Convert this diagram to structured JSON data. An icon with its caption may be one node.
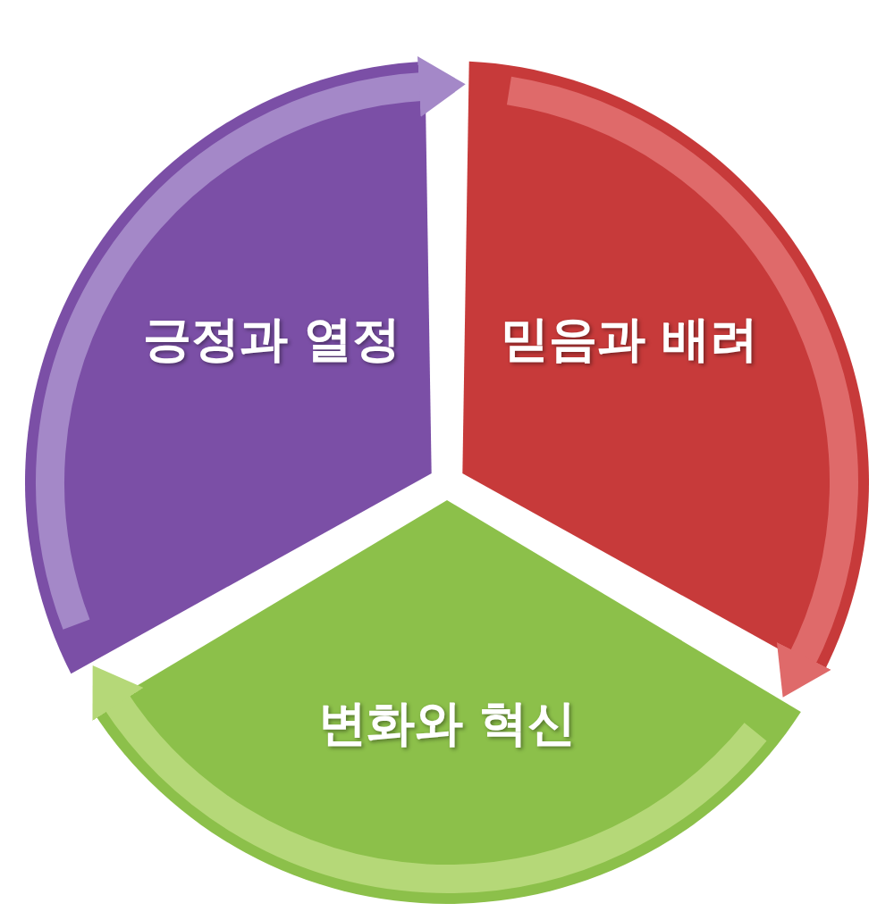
{
  "diagram": {
    "nodes": [
      {
        "text": [
          "긍정과 열정"
        ]
      },
      {
        "text": [
          "믿음과 배려"
        ]
      },
      {
        "text": [
          "변화와 혁신"
        ]
      }
    ],
    "edges": [
      {
        "from": 0,
        "to": 1,
        "arrow": "to",
        "color": "#a488c8"
      },
      {
        "from": 1,
        "to": 2,
        "arrow": "to",
        "color": "#df6a6a"
      },
      {
        "from": 2,
        "to": 0,
        "arrow": "to",
        "color": "#b5d878"
      }
    ]
  }
}
